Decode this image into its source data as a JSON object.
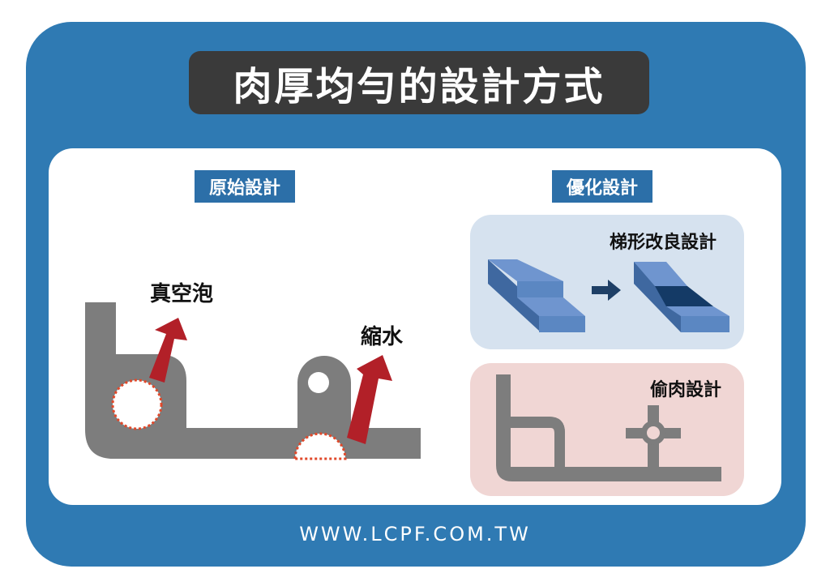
{
  "title": "肉厚均勻的設計方式",
  "original": {
    "tag": "原始設計",
    "void_label": "真空泡",
    "shrink_label": "縮水"
  },
  "optimized": {
    "tag": "優化設計",
    "trapezoid_label": "梯形改良設計",
    "coring_label": "偷肉設計"
  },
  "footer": "WWW.LCPF.COM.TW",
  "colors": {
    "frame": "#2f7ab3",
    "title_bg": "#3a3a3a",
    "tag_bg": "#2c6fa8",
    "part_gray": "#7d7d7d",
    "arrow_red": "#b22028",
    "defect_outline": "#e0482a",
    "block_blue": "#5b87c2",
    "block_dark": "#143a66",
    "card_blue": "#d6e2ef",
    "card_pink": "#f0d6d4"
  }
}
